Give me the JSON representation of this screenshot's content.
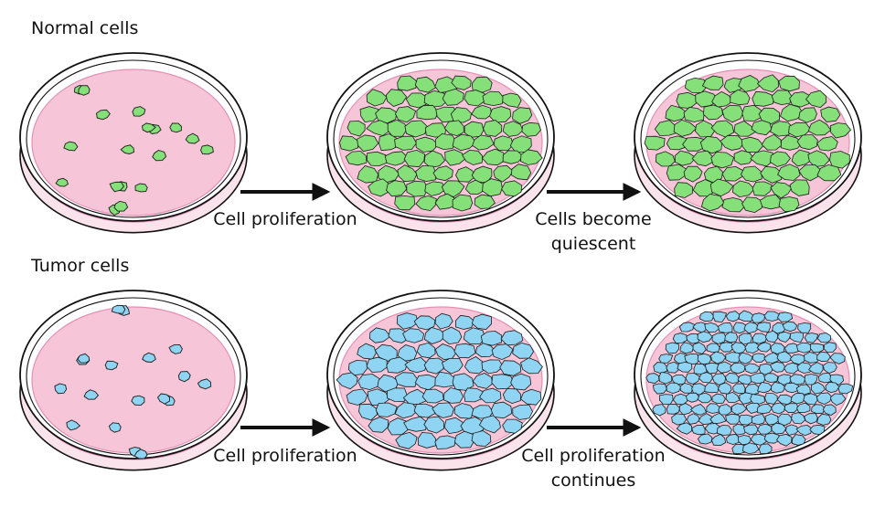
{
  "rows": [
    {
      "title": "Normal cells",
      "cell_color": "#86e07a",
      "step1_label": "Cell proliferation",
      "step2_label_lines": [
        "Cells become",
        "quiescent"
      ]
    },
    {
      "title": "Tumor cells",
      "cell_color": "#8fd4f2",
      "step1_label": "Cell proliferation",
      "step2_label_lines": [
        "Cell proliferation",
        "continues"
      ]
    }
  ],
  "colors": {
    "medium": "#f6c6d8",
    "medium_edge": "#e58fb4",
    "dish_outline": "#111111",
    "cell_outline": "#1a1a1a"
  }
}
